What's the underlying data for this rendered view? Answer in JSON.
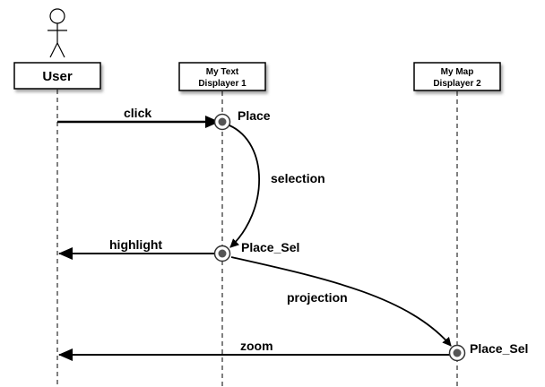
{
  "lifelines": {
    "user": {
      "label": "User"
    },
    "text_displayer": {
      "line1": "My Text",
      "line2": "Displayer 1"
    },
    "map_displayer": {
      "line1": "My Map",
      "line2": "Displayer 2"
    }
  },
  "messages": {
    "click": "click",
    "highlight": "highlight",
    "zoom": "zoom"
  },
  "transitions": {
    "selection": "selection",
    "projection": "projection"
  },
  "states": {
    "place": "Place",
    "place_sel_text": "Place_Sel",
    "place_sel_map": "Place_Sel"
  }
}
